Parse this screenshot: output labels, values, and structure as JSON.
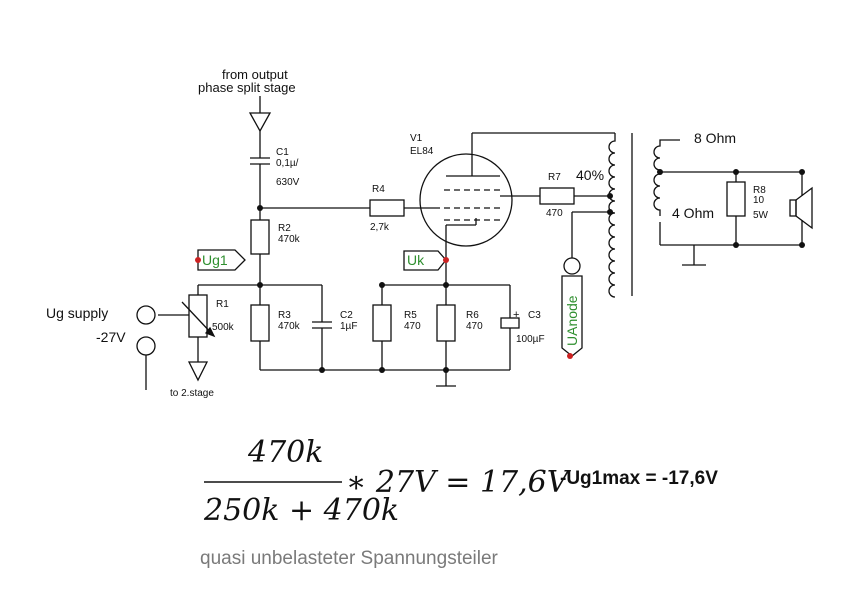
{
  "source_label": {
    "line1": "from output",
    "line2": "phase split stage"
  },
  "components": {
    "C1": {
      "name": "C1",
      "value": "0,1µ/",
      "voltage": "630V"
    },
    "R1": {
      "name": "R1",
      "value": "500k"
    },
    "R2": {
      "name": "R2",
      "value": "470k"
    },
    "R3": {
      "name": "R3",
      "value": "470k"
    },
    "C2": {
      "name": "C2",
      "value": "1µF"
    },
    "R4": {
      "name": "R4",
      "value": "2,7k"
    },
    "V1": {
      "name": "V1",
      "value": "EL84"
    },
    "R5": {
      "name": "R5",
      "value": "470"
    },
    "R6": {
      "name": "R6",
      "value": "470"
    },
    "C3": {
      "name": "C3",
      "value": "100µF",
      "polarity": "+"
    },
    "R7": {
      "name": "R7",
      "value": "470"
    },
    "R8": {
      "name": "R8",
      "value": "10",
      "rating": "5W"
    }
  },
  "transformer": {
    "tap_label": "40%",
    "out_8": "8 Ohm",
    "out_4": "4 Ohm"
  },
  "probes": {
    "ug1": "Ug1",
    "uk": "Uk",
    "uanode": "UAnode"
  },
  "supply": {
    "label": "Ug supply",
    "voltage": "-27V"
  },
  "to_stage2": "to 2.stage",
  "formula": {
    "numerator": "470k",
    "denominator": "250k + 470k",
    "rhs": "∗ 27V = 17,6V"
  },
  "result": "-Ug1max = -17,6V",
  "caption": "quasi unbelasteter Spannungsteiler",
  "colors": {
    "line": "#111111",
    "probe_green": "#2f8f2f",
    "probe_dot": "#cc2222",
    "caption": "#7a7a7a"
  }
}
